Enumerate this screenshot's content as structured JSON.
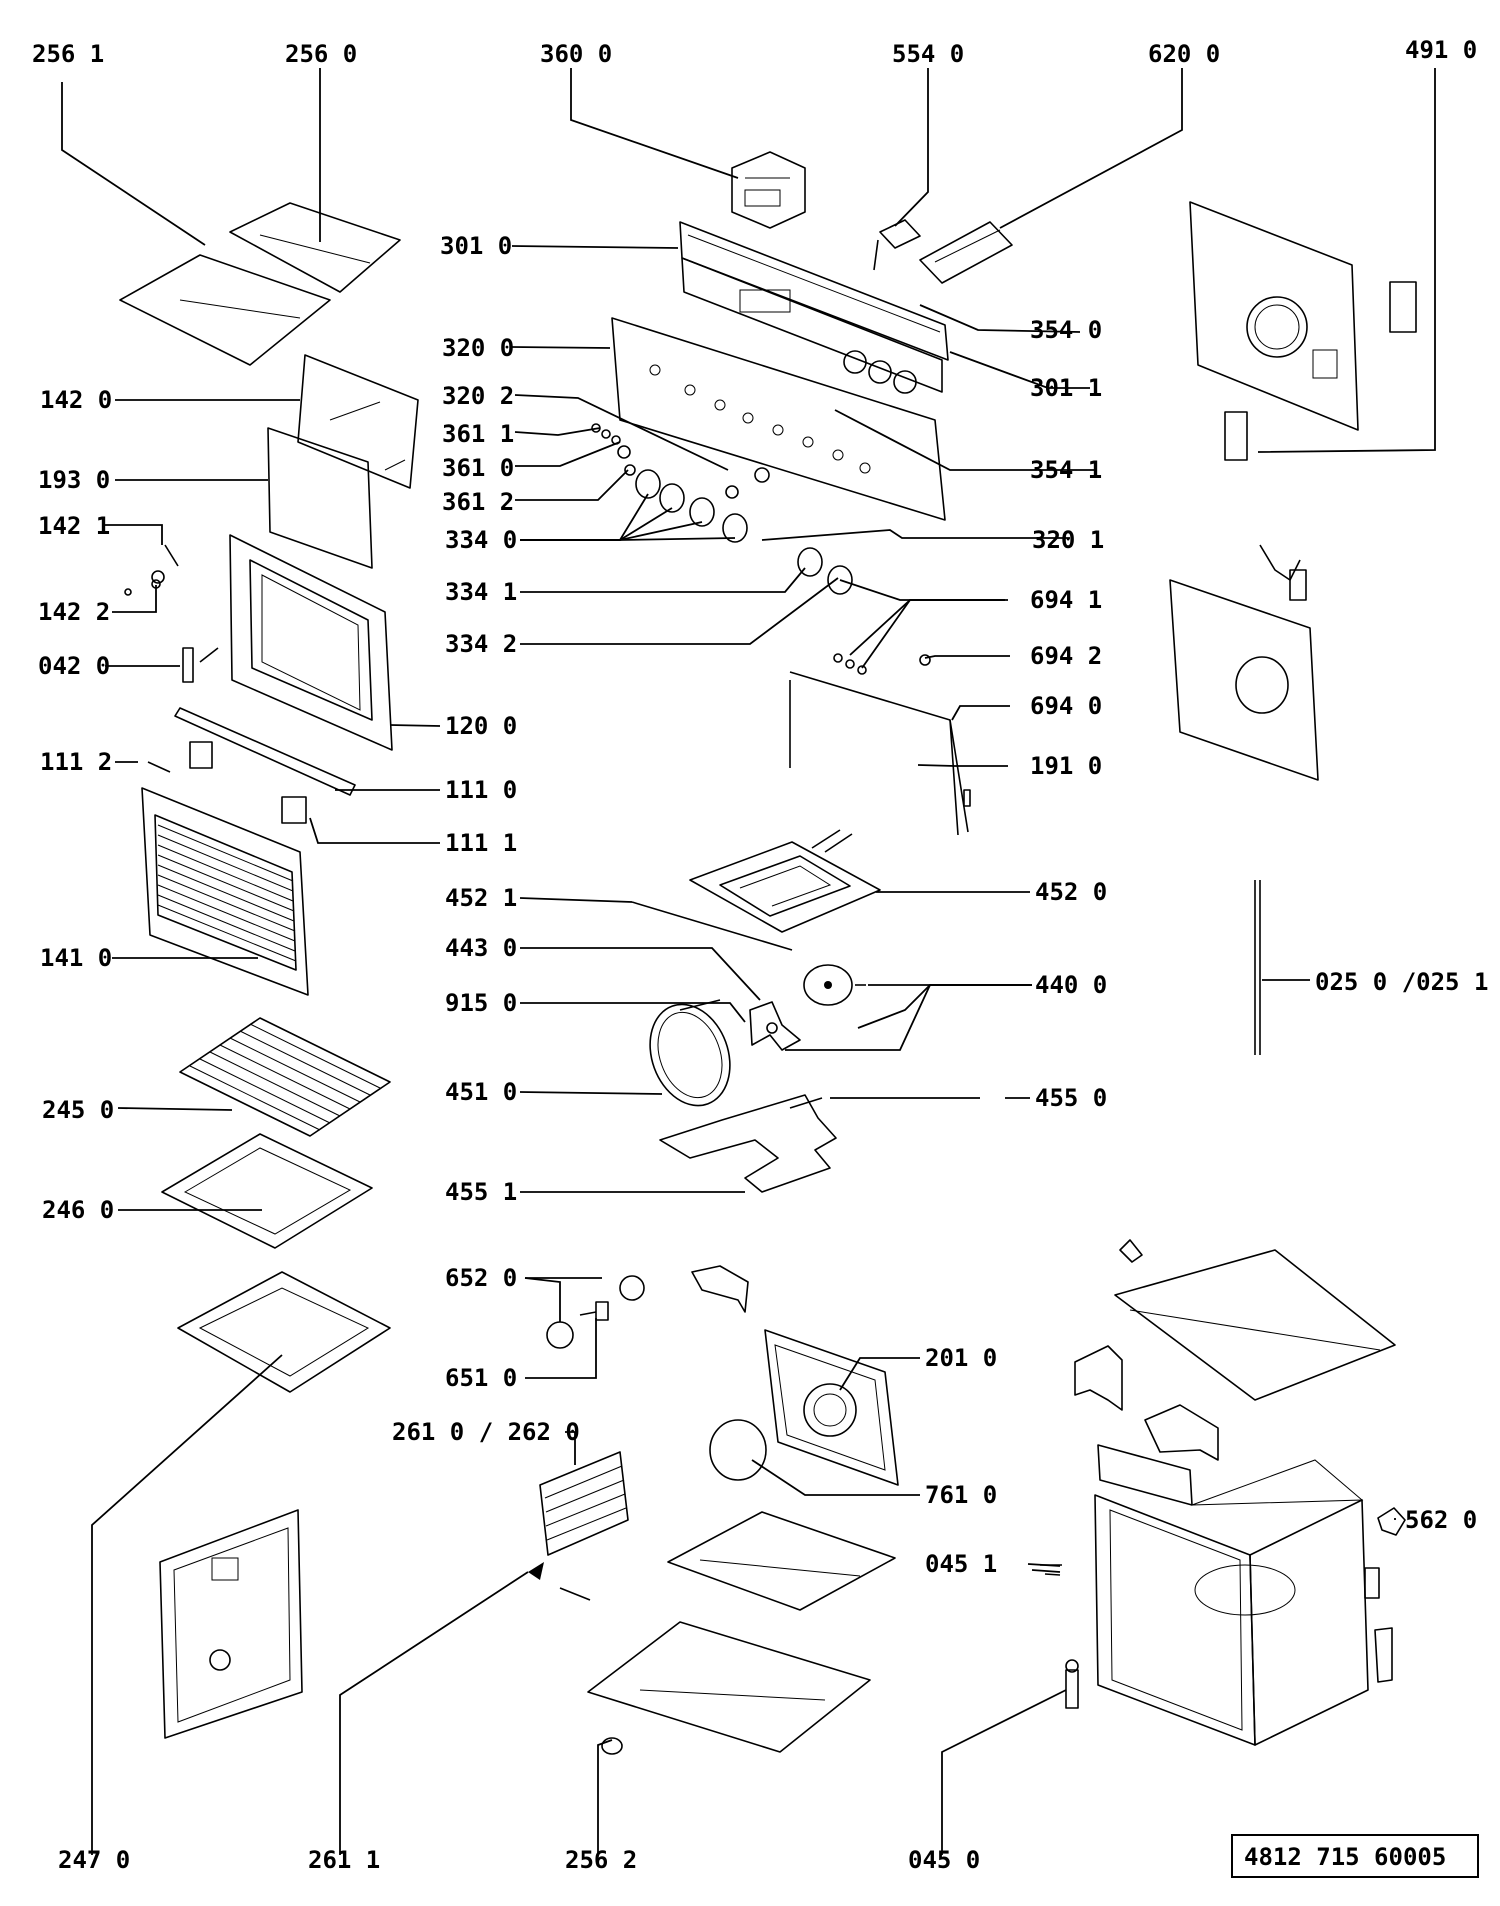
{
  "diagram": {
    "labels": {
      "l2561": "256 1",
      "l2560": "256 0",
      "l3600": "360 0",
      "l5540": "554 0",
      "l6200": "620 0",
      "l4910": "491 0",
      "l3010": "301 0",
      "l3540": "354 0",
      "l3200": "320 0",
      "l3011": "301 1",
      "l1420": "142 0",
      "l3202": "320 2",
      "l3611": "361 1",
      "l3610": "361 0",
      "l3541": "354 1",
      "l1930": "193 0",
      "l3612": "361 2",
      "l1421": "142 1",
      "l3340": "334 0",
      "l3201": "320 1",
      "l3341": "334 1",
      "l1422": "142 2",
      "l6941": "694 1",
      "l3342": "334 2",
      "l6942": "694 2",
      "l0420": "042 0",
      "l6940": "694 0",
      "l1200": "120 0",
      "l1112": "111 2",
      "l1910": "191 0",
      "l1110": "111 0",
      "l1111": "111 1",
      "l4521": "452 1",
      "l4520": "452 0",
      "l4430": "443 0",
      "l1410": "141 0",
      "l4400": "440 0",
      "l0250": "025 0 /025 1",
      "l9150": "915 0",
      "l2450": "245 0",
      "l4510": "451 0",
      "l4550": "455 0",
      "l4551": "455 1",
      "l2460": "246 0",
      "l6520": "652 0",
      "l2010": "201 0",
      "l6510": "651 0",
      "l2610": "261 0 / 262 0",
      "l7610": "761 0",
      "l5620": "562 0",
      "l0451": "045 1",
      "l2470": "247 0",
      "l2611": "261 1",
      "l2562": "256  2",
      "l0450": "045  0"
    },
    "drawing_code": "4812  715   60005"
  }
}
